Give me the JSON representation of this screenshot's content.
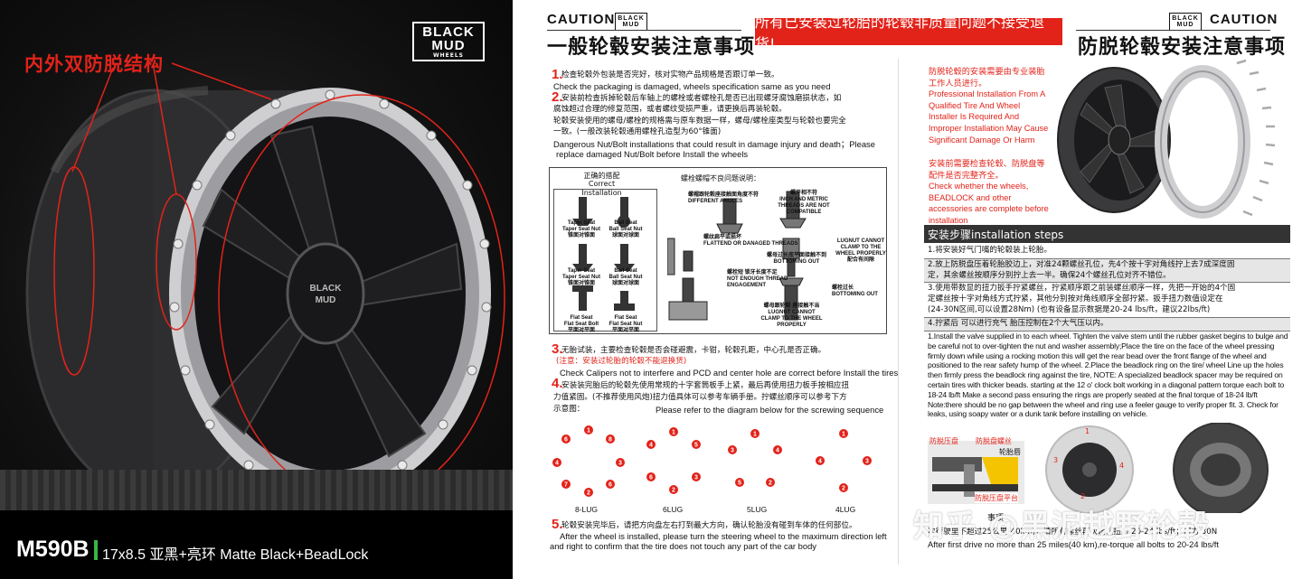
{
  "left_panel": {
    "brand": {
      "line1": "BLACK",
      "line2": "MUD",
      "line3": "WHEELS"
    },
    "callout": "内外双防脱结构",
    "model": "M590B",
    "spec": "17x8.5  亚黑+亮环 Matte Black+BeadLock"
  },
  "header": {
    "caution_left": "CAUTION",
    "caution_right": "CAUTION",
    "brand_small": {
      "line1": "BLACK",
      "line2": "MUD"
    },
    "title_left": "一般轮毂安装注意事项",
    "red_notice": "所有已安装过轮胎的轮毂非质量问题不接受退货!",
    "title_right": "防脱轮毂安装注意事项"
  },
  "section1": {
    "num": "1.",
    "cn": "检查轮毂外包装是否完好，核对实物产品规格是否跟订单一致。",
    "en": "Check the packaging is damaged,   wheels specification same as you need"
  },
  "section2": {
    "num": "2.",
    "cn1": "安装前检查拆掉轮毂后车轴上的螺栓或者螺栓孔是否已出现螺牙腐蚀磨损状态，如",
    "cn2": "腐蚀超过合理的修复范围，或者螺纹受损严重，请更换后再装轮毂。",
    "cn3": "轮毂安装使用的螺母/螺栓的规格需与原车数据一样，螺母/螺栓座类型与轮毂也要完全",
    "cn4": "一致。(一般改装轮毂通用螺栓孔造型为60°锥面)",
    "en1": "Dangerous Nut/Bolt installations that could result in damage injury and death；Please",
    "en2": "replace damaged Nut/Bolt before Install the wheels"
  },
  "diagram": {
    "correct_cn": "正确的搭配",
    "correct_en": "Correct Installation",
    "wrong_title": "螺栓螺帽不良问题说明：",
    "pairs": [
      {
        "a": "Taper Seat",
        "a2": "Taper Seat Nut",
        "a3": "锥面对锥面",
        "b": "Ball Seat",
        "b2": "Ball Seat Nut",
        "b3": "球面对球面"
      },
      {
        "a": "Taper Seat",
        "a2": "Taper Seat Nut",
        "a3": "锥面对锥面",
        "b": "Ball Seat",
        "b2": "Ball Seat Nut",
        "b3": "球面对球面"
      },
      {
        "a": "Flat Seat",
        "a2": "Flat Seat Bolt",
        "a3": "平面对平面",
        "b": "Flat Seat",
        "b2": "Flat Seat Nut",
        "b3": "平面对平面"
      }
    ],
    "issues": [
      {
        "cn": "螺帽跟轮毂座接触面角度不符",
        "en": "DIFFERENT ANGLES"
      },
      {
        "cn": "螺牙相不符",
        "en": "INCH AND METRIC THREADS ARE NOT COMPATIBLE"
      },
      {
        "cn": "螺纹扁平或损坏",
        "en": "FLATTEND OR DANAGED THREADS"
      },
      {
        "cn": "螺母过长底平面接触不到",
        "en": "BOTTOMING OUT"
      },
      {
        "cn": "",
        "en": "LUGNUT CANNOT CLAMP TO THE WHEEL PROPERLY 配合有间隙"
      },
      {
        "cn": "螺栓短 锁牙长度不足",
        "en": "NOT ENOUGH THREAD ENGAGEMENT"
      },
      {
        "cn": "螺栓过长",
        "en": "BOTTOMING OUT"
      },
      {
        "cn": "螺母跟轮毂 座接触不当",
        "en": "LUGNUT CANNOT CLAMP TO THE WHEEL PROPERLY"
      }
    ]
  },
  "section3": {
    "num": "3.",
    "cn": "无胎试装，主要检查轮毂是否会碰避震，卡钳，轮毂孔距，中心孔是否正确。",
    "note": "(注意：安装过轮胎的轮毂不能退换货)",
    "en": "Check Calipers not to interfere and PCD and center hole are correct before Install the tires"
  },
  "section4": {
    "num": "4.",
    "cn1": "安装装完胎后的轮毂先使用常规的十字套筒板手上紧，最后再使用扭力板手按相应扭",
    "cn2": "力值紧固。(不推荐使用风炮)扭力值具体可以参考车辆手册。拧螺丝顺序可以参考下方",
    "cn3": "示意图：",
    "en": "Please refer to the diagram below for the screwing sequence"
  },
  "lug_patterns": [
    {
      "label": "8-LUG",
      "seq": [
        "1",
        "2",
        "3",
        "4",
        "5",
        "6",
        "7",
        "8"
      ]
    },
    {
      "label": "6LUG",
      "seq": [
        "1",
        "2",
        "3",
        "4",
        "5",
        "6"
      ]
    },
    {
      "label": "5LUG",
      "seq": [
        "1",
        "2",
        "3",
        "4",
        "5"
      ]
    },
    {
      "label": "4LUG",
      "seq": [
        "1",
        "2",
        "3",
        "4"
      ]
    }
  ],
  "section5": {
    "num": "5.",
    "cn": "轮毂安装完毕后，请把方向盘左右打到最大方向，确认轮胎没有碰到车体的任何部位。",
    "en1": "After the wheel is installed, please turn the steering wheel to the maximum direction left",
    "en2": "and right to confirm that the tire does not touch any part of the car body"
  },
  "beadlock_notes": {
    "cn1": "防脱轮毂的安装需要由专业装胎工作人员进行。",
    "en1": "Professional Installation From A Qualified Tire And Wheel Installer Is Required And Improper Installation May Cause Significant Damage Or Harm",
    "cn2": "安装前需要检查轮毂、防脱盘等配件是否完整齐全。",
    "en2": "Check whether the wheels, BEADLOCK and other accessories are complete before installation"
  },
  "install_steps": {
    "title": "安装步骤installation steps",
    "s1": "1.将安装好气门嘴的轮毂装上轮胎。",
    "s2a": "2.放上防脱盘压着轮胎胶边上，对准24颗螺丝孔位，先4个按十字对角线拧上去7成深度固",
    "s2b": "定，其余螺丝按顺序分别拧上去一半。确保24个螺丝孔位对齐不错位。",
    "s3a": "3.使用带数显的扭力扳手拧紧螺丝，拧紧顺序跟之前装螺丝顺序一样，先把一开始的4个固",
    "s3b": "定螺丝按十字对角线方式拧紧，其他分别按对角线顺序全部拧紧。扳手扭力数值设定在",
    "s3c": "(24-30N区间,可以设置28Nm)   (也有设备显示数据是20-24 lbs/ft，建议22lbs/ft)",
    "s4": "4.拧紧后 可以进行充气 胎压控制在2个大气压以内。",
    "en": "1.Install the valve supplied in to each wheel. Tighten the valve stem until the rubber gasket begins to bulge and be careful not to over-tighten the nut and washer assembly;Place the tire on the face of the wheel pressing firmly down while using a rocking motion this will get the rear bead over the front flange of the wheel and positioned to the rear safety hump of the wheel. 2.Place the beadlock ring on the tire/ wheel Line up the holes then firmly press the beadlock ring against the tire, NOTE: A specialized beadlock spacer may be required on certain tires with thicker beads. starting at the 12 o' clock bolt working in a diagonal pattern torque each bolt to 18-24 lb/ft Make a second pass ensuring the rings are properly seated at the final torque of 18-24 lb/ft Note:there should be no gap between the wheel and ring use a feeler gauge to verify proper fit. 3. Check for leaks, using soapy water or a dunk tank before installing on vehicle."
  },
  "bottom_right": {
    "label_a": "防脱压盘",
    "label_b": "防脱盘螺丝",
    "label_c": "轮胎唇",
    "label_d": "防脱压盘平台",
    "subtitle": "事项",
    "line1": "次行驶里不超过25公里(40km)，请所有螺丝再次确认扭力 20-24 lbs/ft；扭力 30N",
    "line2": "After first drive no more than 25 miles(40 km),re-torque all bolts to 20-24 lbs/ft",
    "hub_nums": [
      "1",
      "2",
      "3",
      "4"
    ]
  },
  "watermark": "知乎 @黑泥越野轮毂",
  "colors": {
    "accent_red": "#e2231a",
    "dark": "#333333",
    "green": "#39b54a"
  }
}
